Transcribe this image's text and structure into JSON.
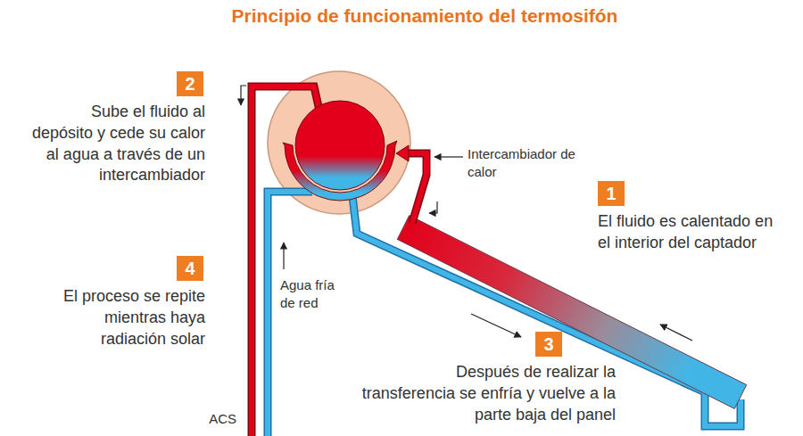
{
  "diagram": {
    "title": "Principio de funcionamiento del termosifón",
    "nodes": [
      {
        "text": [
          "2",
          "Sube el fluido al depósito y cede su calor al agua a través de un intercambiador"
        ]
      },
      {
        "text": [
          "1",
          "El fluido es calentado en el interior del captador"
        ]
      },
      {
        "text": [
          "4",
          "El proceso se repite mientras haya radiación solar"
        ]
      },
      {
        "text": [
          "3",
          "Después de realizar la transferencia se enfría y vuelve a la parte baja del panel"
        ]
      }
    ],
    "labels": [
      "Intercambiador de calor",
      "Agua fría de red",
      "ACS"
    ]
  }
}
